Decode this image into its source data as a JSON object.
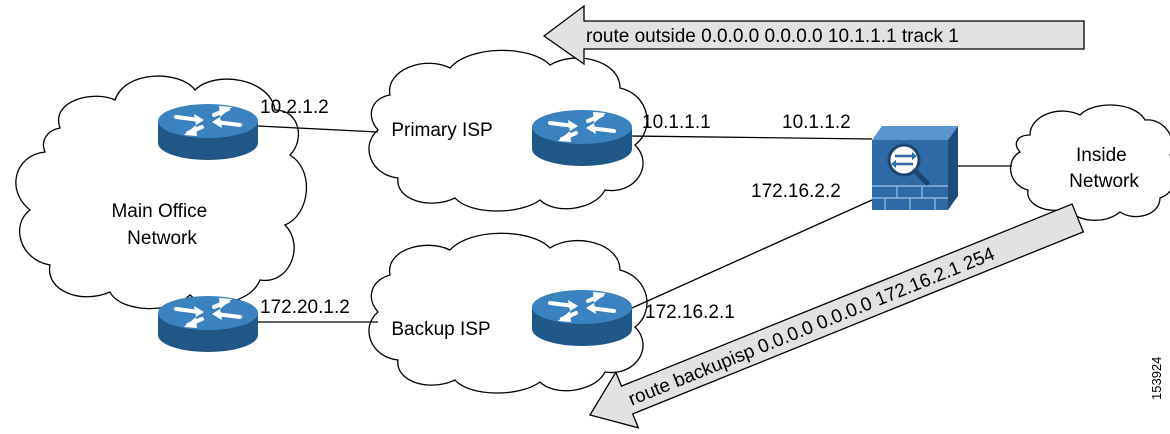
{
  "colors": {
    "router_blue": "#2f6fa7",
    "router_top": "#4d93cc",
    "router_dark": "#1d4e78",
    "banner_fill": "#e2e2e2",
    "firewall_blue": "#2e6aa5"
  },
  "clouds": {
    "main_office": "Main Office\nNetwork",
    "primary_isp": "Primary ISP",
    "backup_isp": "Backup ISP",
    "inside": "Inside\nNetwork"
  },
  "addresses": {
    "main_primary": "10.2.1.2",
    "main_backup": "172.20.1.2",
    "primary_isp_out": "10.1.1.1",
    "asa_outside": "10.1.1.2",
    "asa_backup": "172.16.2.2",
    "backup_isp_out": "172.16.2.1"
  },
  "commands": {
    "primary_route": "route outside 0.0.0.0 0.0.0.0 10.1.1.1 track 1",
    "backup_route": "route backupisp 0.0.0.0 0.0.0.0 172.16.2.1 254"
  },
  "figure_id": "153924",
  "icons": [
    "router-icon",
    "firewall-icon",
    "cloud-icon"
  ]
}
